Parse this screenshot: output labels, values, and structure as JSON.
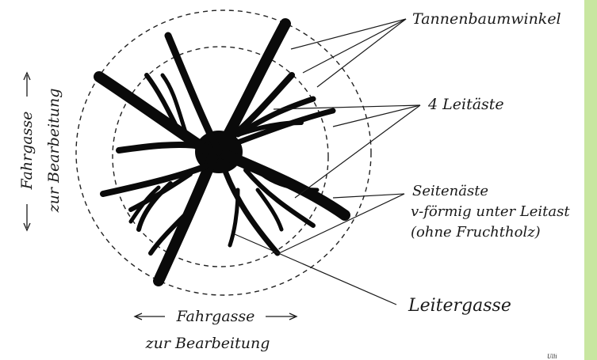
{
  "labels": {
    "tannenbaumwinkel": "Tannenbaumwinkel",
    "leitaeste": "4 Leitäste",
    "seitenaeste_line1": "Seitenäste",
    "seitenaeste_line2": "v-förmig unter Leitast",
    "seitenaeste_line3": "(ohne Fruchtholz)",
    "leitergasse": "Leitergasse",
    "left_line1": "Fahrgasse",
    "left_line2": "zur Bearbeitung",
    "bottom_line1": "Fahrgasse",
    "bottom_line2": "zur Bearbeitung",
    "credit": "Ulli"
  },
  "colors": {
    "ink": "#0a0a0a",
    "background": "#ffffff",
    "side_strip": "#c8e6a0"
  }
}
